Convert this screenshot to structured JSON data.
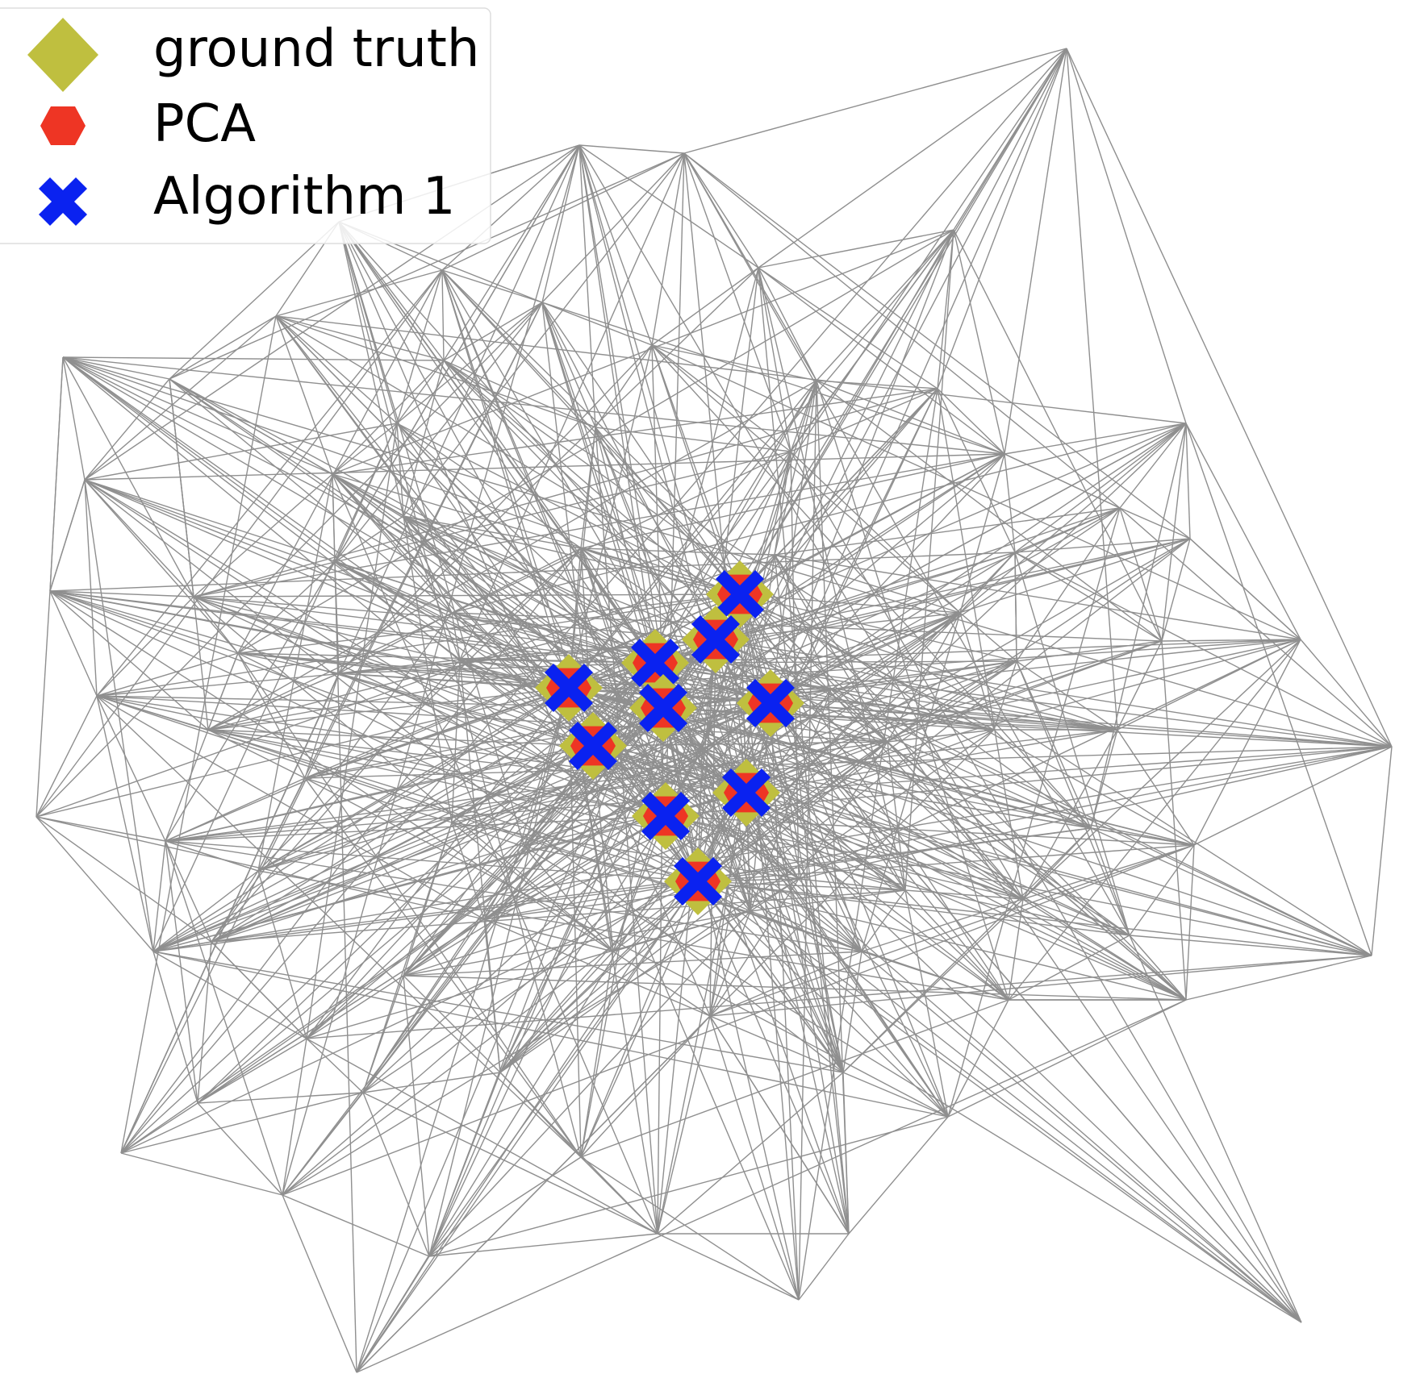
{
  "legend": {
    "placement": "top-left",
    "entries": [
      {
        "label": "ground truth",
        "marker": "diamond",
        "color": "#bfbf3f"
      },
      {
        "label": "PCA",
        "marker": "hexagon",
        "color": "#ee3524"
      },
      {
        "label": "Algorithm 1",
        "marker": "x-cross",
        "color": "#0a22f0"
      }
    ]
  },
  "colors": {
    "edge": "#8f8f8f",
    "ground_truth": "#bfbf3f",
    "pca": "#ee3524",
    "algorithm_1": "#0a22f0"
  },
  "highlighted_node_count": 10
}
